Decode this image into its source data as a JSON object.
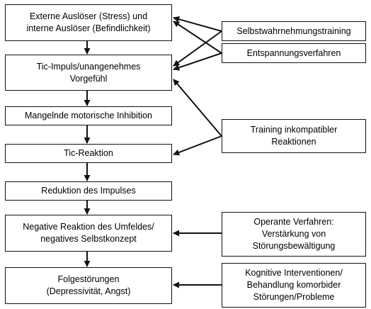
{
  "left_boxes": [
    {
      "lines": [
        "Externe Auslöser (Stress) und",
        "interne Auslöser (Befindlichkeit)"
      ]
    },
    {
      "lines": [
        "Tic-Impuls/unangenehmes",
        "Vorgefühl"
      ]
    },
    {
      "lines": [
        "Mangelnde motorische Inhibition"
      ]
    },
    {
      "lines": [
        "Tic-Reaktion"
      ]
    },
    {
      "lines": [
        "Reduktion des Impulses"
      ]
    },
    {
      "lines": [
        "Negative Reaktion des Umfeldes/",
        "negatives Selbstkonzept"
      ]
    },
    {
      "lines": [
        "Folgestörungen",
        "(Depressivität, Angst)"
      ]
    }
  ],
  "right_boxes": [
    {
      "lines": [
        "Selbstwahrnehmungstraining"
      ]
    },
    {
      "lines": [
        "Entspannungsverfahren"
      ]
    },
    {
      "lines": [
        "Training inkompatibler",
        "Reaktionen"
      ]
    },
    {
      "lines": [
        "Operante Verfahren:",
        "Verstärkung von",
        "Störungsbewältigung"
      ]
    },
    {
      "lines": [
        "Kognitive Interventionen/",
        "Behandlung komorbider",
        "Störungen/Probleme"
      ]
    }
  ]
}
